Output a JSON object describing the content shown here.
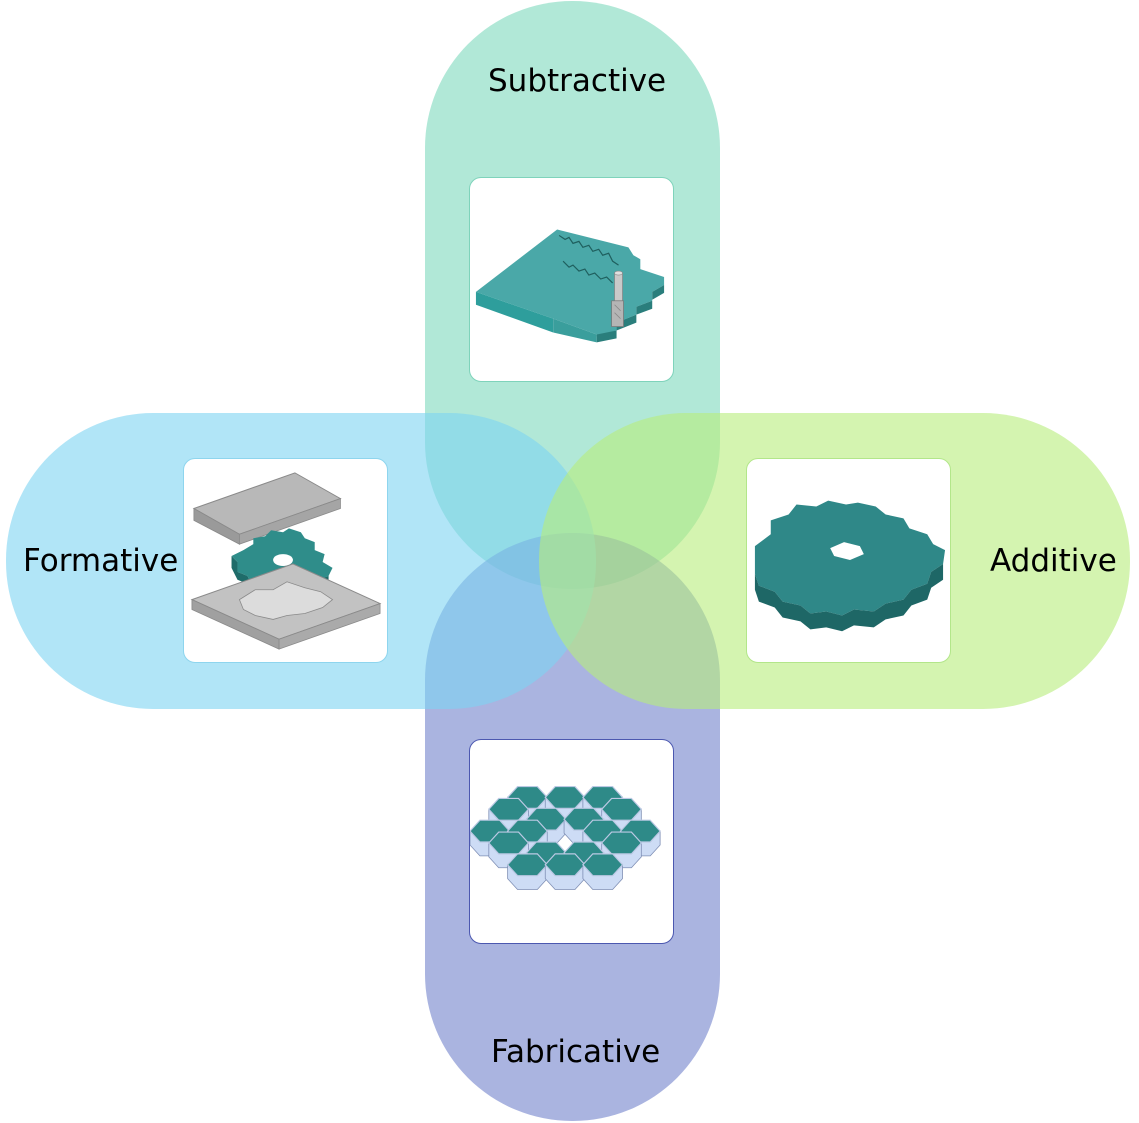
{
  "diagram": {
    "subtractive": {
      "label": "Subtractive",
      "color": "#7dd8bc",
      "border": "#7fd3bb",
      "icon": "milling-cutter-plate-icon"
    },
    "formative": {
      "label": "Formative",
      "color": "#7dd3f2",
      "border": "#8ed5ee",
      "icon": "mold-press-gear-icon"
    },
    "additive": {
      "label": "Additive",
      "color": "#b8ec7c",
      "border": "#b3e68a",
      "icon": "printed-gear-icon"
    },
    "fabricative": {
      "label": "Fabricative",
      "color": "#7282cc",
      "border": "#4c58b0",
      "icon": "hexagon-tile-assembly-icon"
    },
    "accent_teal": "#2e8a88",
    "accent_gray": "#a9a9a9"
  }
}
